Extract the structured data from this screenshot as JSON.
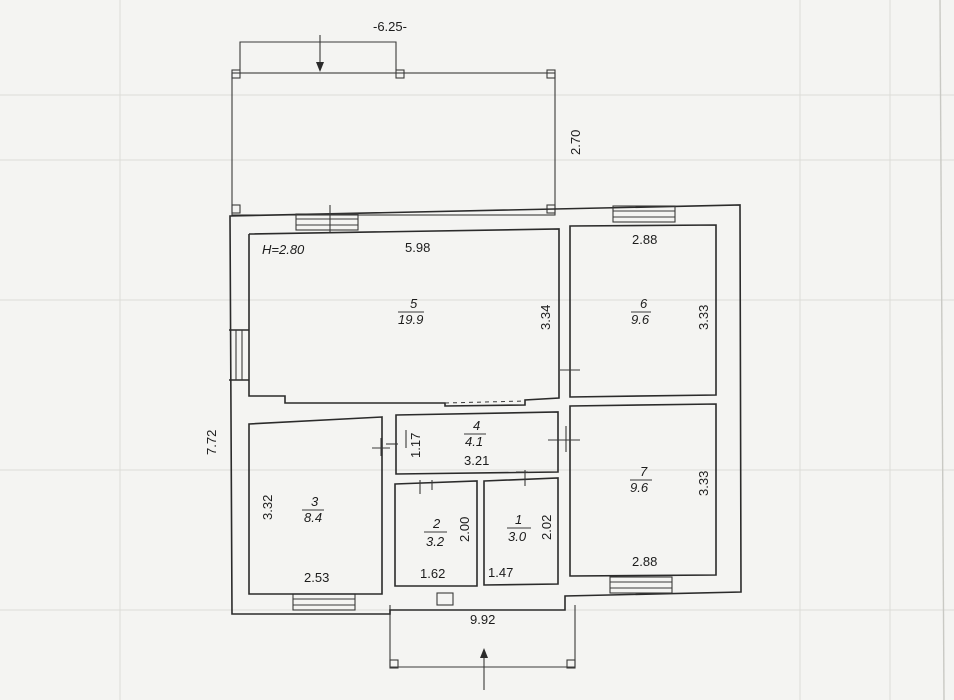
{
  "plan": {
    "ceiling_height": "H=2.80",
    "dimensions": {
      "porch_top_width": "-6.25-",
      "porch_top_depth": "2.70",
      "overall_height": "7.72",
      "overall_width": "9.92"
    },
    "rooms": [
      {
        "number": "5",
        "area": "19.9",
        "width": "5.98",
        "depth": "3.34"
      },
      {
        "number": "6",
        "area": "9.6",
        "width": "2.88",
        "depth": "3.33"
      },
      {
        "number": "4",
        "area": "4.1",
        "width": "3.21",
        "depth": "1.17"
      },
      {
        "number": "3",
        "area": "8.4",
        "width": "2.53",
        "depth": "3.32"
      },
      {
        "number": "2",
        "area": "3.2",
        "width": "1.62",
        "depth": "2.00"
      },
      {
        "number": "1",
        "area": "3.0",
        "width": "1.47",
        "depth": "2.02"
      },
      {
        "number": "7",
        "area": "9.6",
        "width": "2.88",
        "depth": "3.33"
      }
    ]
  }
}
